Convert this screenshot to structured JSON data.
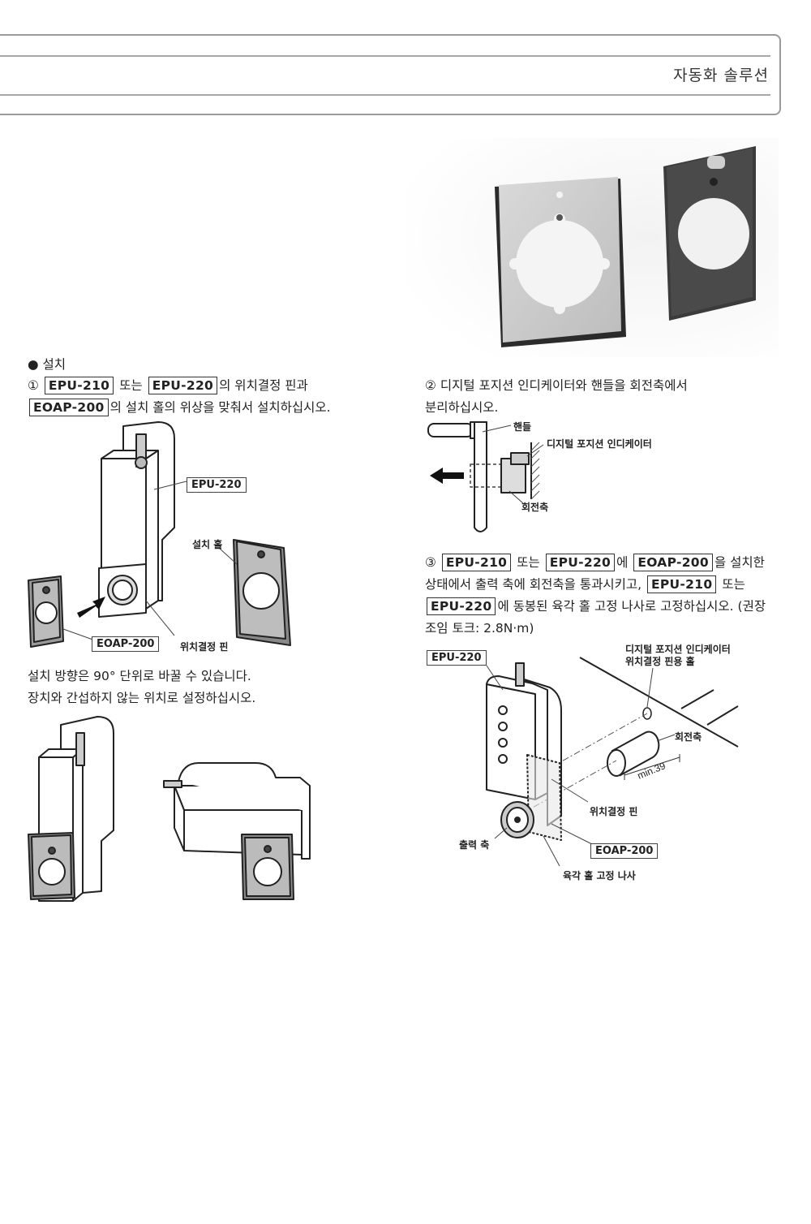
{
  "header": {
    "title": "자동화 솔루션"
  },
  "install": {
    "heading": "● 설치",
    "step1": {
      "num": "①",
      "box1": "EPU-210",
      "or": "또는",
      "box2": "EPU-220",
      "text1": "의 위치결정 핀과",
      "box3": "EOAP-200",
      "text2": "의 설치 홀의 위상을 맞춰서 설치하십시오."
    },
    "fig1": {
      "epu": "EPU-220",
      "hole": "설치 홀",
      "eoap": "EOAP-200",
      "pin": "위치결정 핀"
    },
    "note1": "설치 방향은 90° 단위로 바꿀 수 있습니다.",
    "note2": "장치와 간섭하지 않는 위치로 설정하십시오."
  },
  "step2": {
    "line1": "② 디지털 포지션 인디케이터와 핸들을 회전축에서",
    "line2": "분리하십시오.",
    "fig": {
      "handle": "핸들",
      "indicator": "디지털 포지션 인디케이터",
      "shaft": "회전축"
    }
  },
  "step3": {
    "num": "③",
    "box1": "EPU-210",
    "or1": "또는",
    "box2": "EPU-220",
    "t1": "에",
    "box3": "EOAP-200",
    "t2": "을 설치한",
    "line2a": "상태에서 출력 축에 회전축을 통과시키고,",
    "box4": "EPU-210",
    "or2": "또는",
    "box5": "EPU-220",
    "line3": "에 동봉된 육각 홀 고정 나사로 고정하십시오. (권장",
    "line4": "조임 토크: 2.8N·m)",
    "fig": {
      "epu": "EPU-220",
      "pinhole1": "디지털 포지션 인디케이터",
      "pinhole2": "위치결정 핀용 홀",
      "shaft": "회전축",
      "min": "min.39",
      "pin": "위치결정 핀",
      "output": "출력 축",
      "eoap": "EOAP-200",
      "screw": "육각 홀 고정 나사"
    }
  }
}
